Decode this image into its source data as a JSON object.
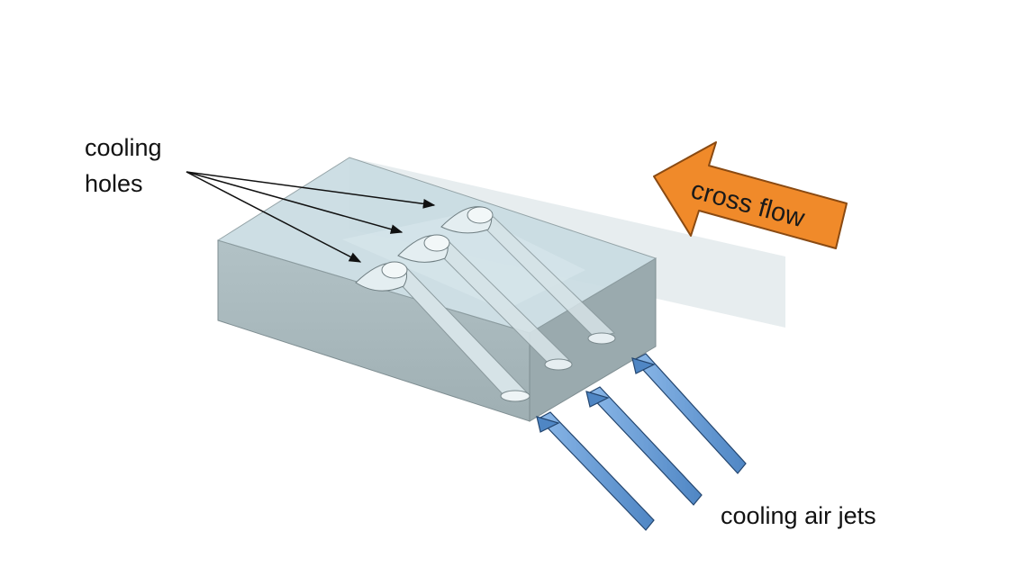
{
  "labels": {
    "cooling_holes_line1": "cooling",
    "cooling_holes_line2": "holes",
    "cross_flow": "cross flow",
    "cooling_air_jets": "cooling air jets"
  },
  "colors": {
    "block_top": "#c9dbe1",
    "block_front": "#a9b9bd",
    "block_side": "#9aa9ad",
    "cross_flow_arrow": "#f08a2a",
    "jet_arrow": "#6f9fd6",
    "annotation_lines": "#111111"
  },
  "counts": {
    "cooling_holes": 3,
    "air_jets": 3
  }
}
